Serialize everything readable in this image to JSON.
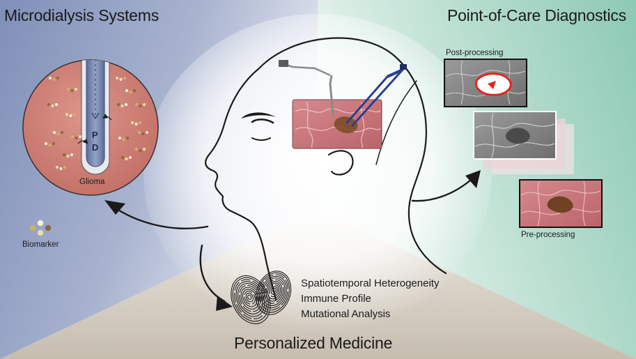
{
  "titles": {
    "microdialysis": "Microdialysis Systems",
    "point_of_care": "Point-of-Care Diagnostics",
    "personalized": "Personalized Medicine"
  },
  "probe": {
    "label_p": "P",
    "label_d": "D",
    "tissue": "Glioma"
  },
  "legend": {
    "biomarker": "Biomarker"
  },
  "processing": {
    "post": "Post-processing",
    "pre": "Pre-processing"
  },
  "personalized_items": [
    "Spatiotemporal Heterogeneity",
    "Immune Profile",
    "Mutational Analysis"
  ],
  "colors": {
    "left_panel": "#8d9bbf",
    "right_panel": "#a9d6c6",
    "bottom_panel": "#cfc8bd",
    "glioma": "#cf7e74",
    "probe": "#6d7ea8",
    "brain": "#cc7a7e",
    "highlight": "#e2261c"
  }
}
